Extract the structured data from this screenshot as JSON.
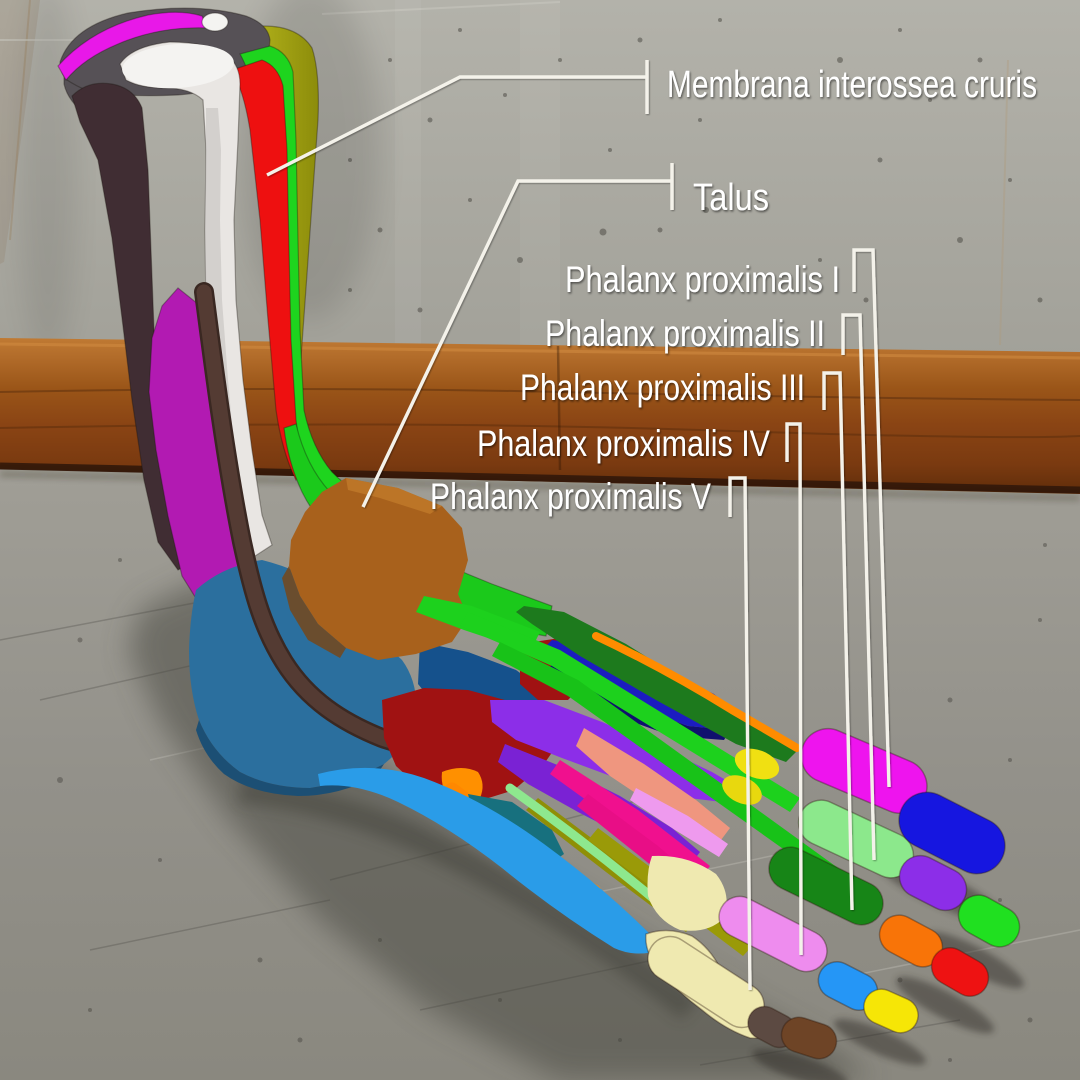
{
  "scene": {
    "description": "3D anatomical render of a right lower leg and foot with color-coded bones, muscles and tendons, standing on a concrete floor against a concrete wall with a wooden baseboard plank"
  },
  "annotations": {
    "membrana": {
      "label": "Membrana interossea cruris"
    },
    "talus": {
      "label": "Talus"
    },
    "phalanges": [
      {
        "label": "Phalanx proximalis I"
      },
      {
        "label": "Phalanx proximalis II"
      },
      {
        "label": "Phalanx proximalis III"
      },
      {
        "label": "Phalanx proximalis IV"
      },
      {
        "label": "Phalanx proximalis V"
      }
    ]
  },
  "palette": {
    "wall": "#a7a69e",
    "floor": "#97958d",
    "plank_top": "#b26c2a",
    "plank_mid": "#8a4414",
    "plank_shadow": "#4a2408",
    "label_text": "#ffffff",
    "leader_line": "#f4f2ea",
    "bones": {
      "tibia_white": "#e9e6e3",
      "fibula_dark_brown": "#402d33",
      "calf_magenta": "#b21ab2",
      "membrana_red": "#ee1010",
      "extensor_green": "#1ed41e",
      "peroneus_olive": "#a6a614",
      "cap_gray": "#565156",
      "crescent_magenta": "#e818e8",
      "talus_brown": "#a8611c",
      "calcaneus_blue": "#2b6f9e",
      "navicular_navy": "#15518c",
      "tendon_brown": "#543b33",
      "metatarsal_navy": "#1c1cc0",
      "midfoot_purple": "#8c2ee8",
      "plantar_dark_red": "#a01212",
      "plantar_light_blue": "#2a9ce8",
      "dorsal_dark_green": "#1d7a1d",
      "rim_orange": "#ff8c00",
      "salmon": "#ef967f",
      "deep_pink": "#f0108e",
      "olive_tendon": "#8f8f06",
      "cuneiform_yellow": "#f0e012",
      "cream": "#efe9b0",
      "toe1": [
        "#ee14ee",
        "#1616e0"
      ],
      "toe2": [
        "#8ce88c",
        "#8c2ee8",
        "#20e020"
      ],
      "toe3": [
        "#178517",
        "#f87408",
        "#ee1212"
      ],
      "toe4": [
        "#ee8cee",
        "#2596f6",
        "#f6e606"
      ],
      "toe5": [
        "#efe9b0",
        "#5c4a42",
        "#6e4426"
      ]
    }
  }
}
